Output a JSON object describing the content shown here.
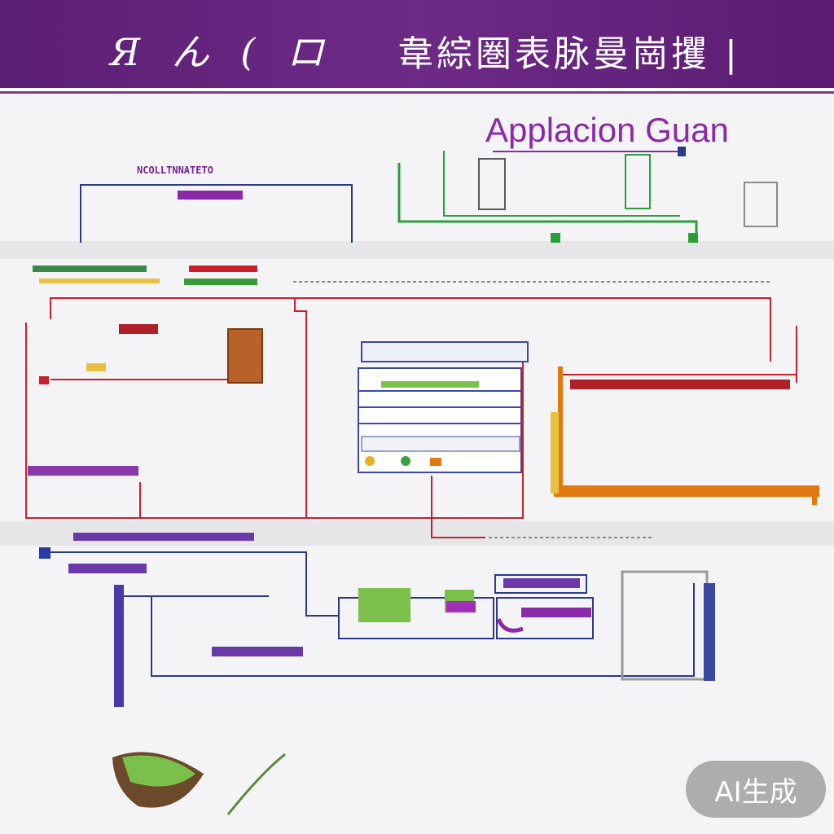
{
  "header": {
    "left_text": "Я ん ( ロ",
    "right_text": "韋綜圏表脉曼崗攫 |"
  },
  "diagram": {
    "title": "Applacion Guan",
    "label": "NCOLLTNNATETO"
  },
  "watermark": {
    "text": "AI生成"
  },
  "colors": {
    "banner": "#5b1f74",
    "accent_purple": "#8a2aa8",
    "line_red": "#c8202c",
    "line_blue": "#2a3a8a",
    "line_green": "#2aa03a",
    "line_orange": "#e07a10"
  }
}
